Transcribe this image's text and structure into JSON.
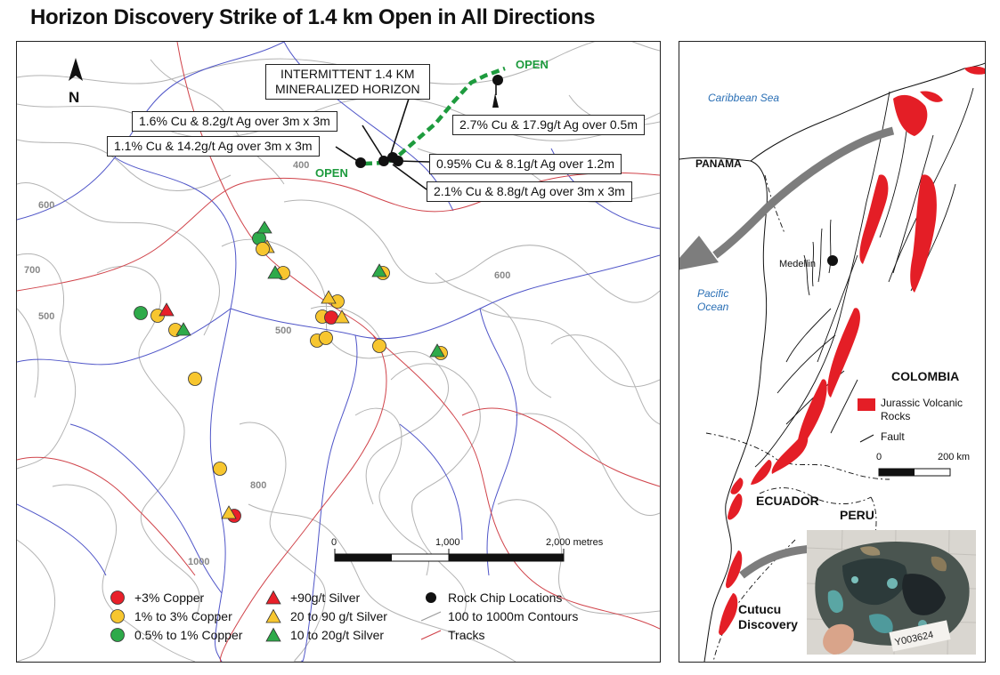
{
  "title": "Horizon Discovery Strike of 1.4 km Open in All Directions",
  "north_label": "N",
  "callouts": {
    "horizon_line1": "INTERMITTENT 1.4 KM",
    "horizon_line2": "MINERALIZED HORIZON",
    "c1": "1.6% Cu & 8.2g/t Ag over 3m x 3m",
    "c2": "1.1% Cu & 14.2g/t Ag over 3m x 3m",
    "c3": "2.7% Cu & 17.9g/t Ag over 0.5m",
    "c4": "0.95% Cu & 8.1g/t Ag over 1.2m",
    "c5": "2.1% Cu & 8.8g/t Ag over 3m x 3m"
  },
  "open_label": "OPEN",
  "contour_labels": [
    "400",
    "600",
    "700",
    "500",
    "500",
    "600",
    "800",
    "1000"
  ],
  "scale_bar": {
    "ticks": [
      "0",
      "1,000",
      "2,000 metres"
    ]
  },
  "legend": {
    "copper": [
      {
        "label": "+3% Copper",
        "color": "#e8202a"
      },
      {
        "label": "1% to 3% Copper",
        "color": "#f7c62f"
      },
      {
        "label": "0.5% to 1% Copper",
        "color": "#2eaa4a"
      }
    ],
    "silver": [
      {
        "label": "+90g/t Silver",
        "color": "#e8202a"
      },
      {
        "label": "20 to 90 g/t Silver",
        "color": "#f7c62f"
      },
      {
        "label": "10 to 20g/t Silver",
        "color": "#2eaa4a"
      }
    ],
    "other": [
      {
        "label": "Rock Chip Locations",
        "color": "#111111"
      },
      {
        "label": "100 to 1000m Contours",
        "color": "#9a9a9a"
      },
      {
        "label": "Tracks",
        "color": "#d0434a"
      }
    ]
  },
  "inset": {
    "sea": "Caribbean Sea",
    "ocean_line1": "Pacific",
    "ocean_line2": "Ocean",
    "panama": "PANAMA",
    "medellin": "Medellin",
    "colombia": "COLOMBIA",
    "ecuador": "ECUADOR",
    "peru": "PERU",
    "legend_volcanic_line1": "Jurassic Volcanic",
    "legend_volcanic_line2": "Rocks",
    "legend_fault": "Fault",
    "scale_ticks": [
      "0",
      "200 km"
    ],
    "discovery_line1": "Cutucu",
    "discovery_line2": "Discovery",
    "sample_tag": "Y003624"
  },
  "colors": {
    "red": "#e8202a",
    "yellow": "#f7c62f",
    "green": "#2eaa4a",
    "horizon": "#1e9b3e",
    "water_label": "#2a6fb5",
    "contour": "#a8a8a8",
    "stream": "#4f55c8",
    "track": "#d0434a",
    "volcanic": "#e41e26"
  }
}
